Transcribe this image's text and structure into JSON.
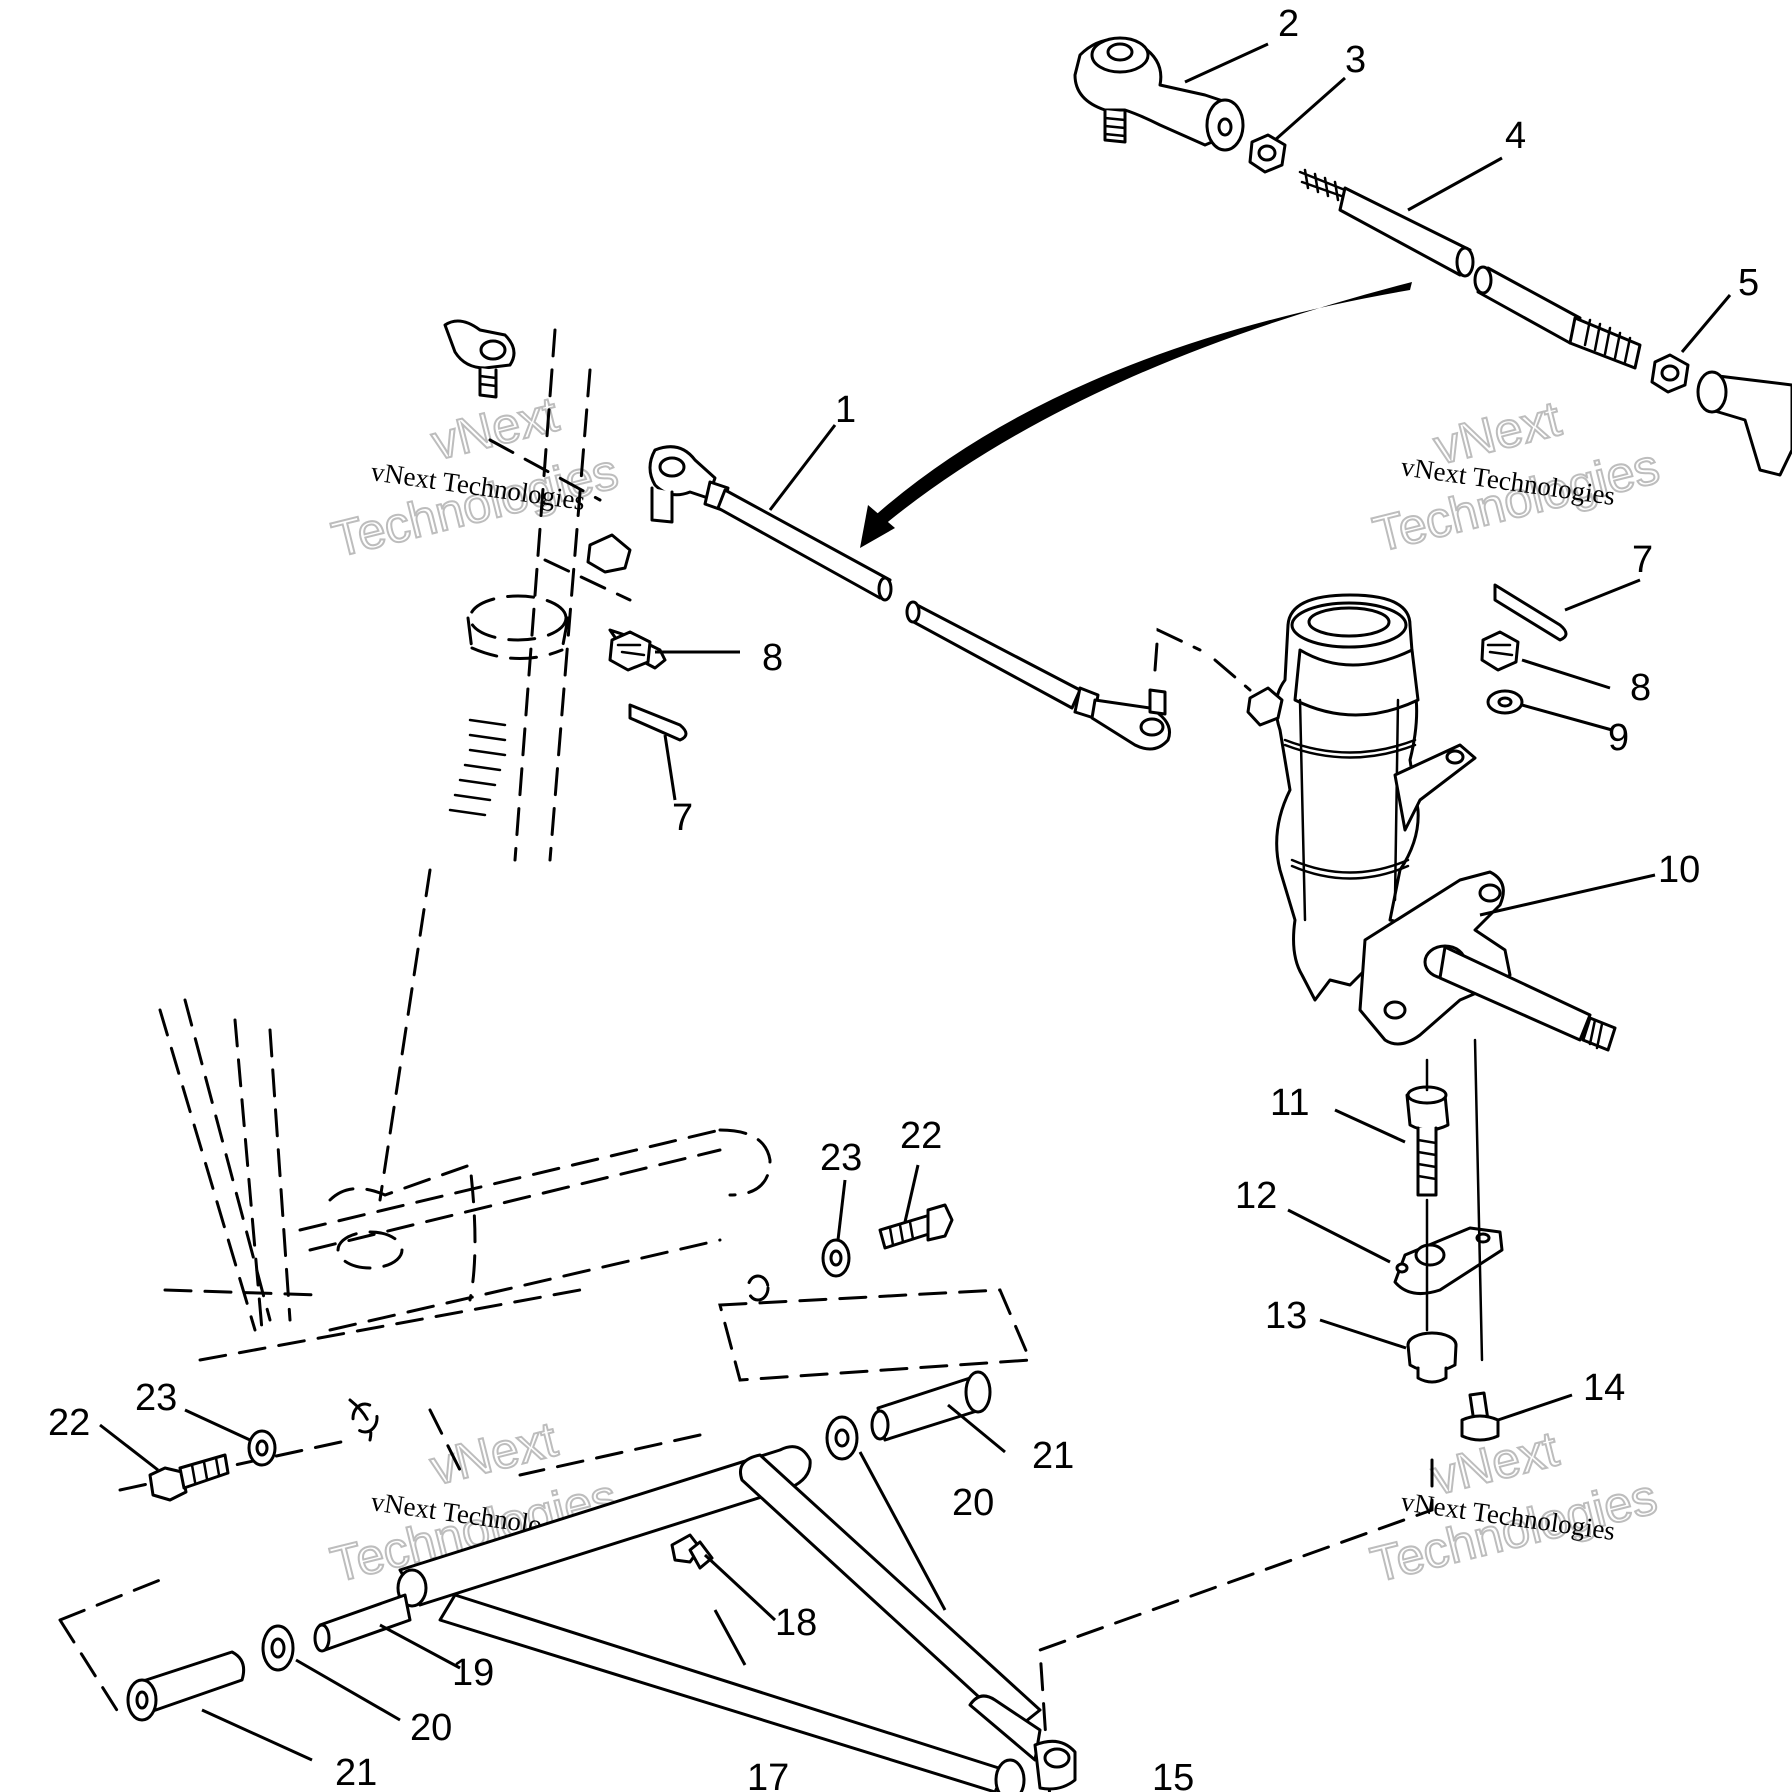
{
  "callouts": [
    "1",
    "2",
    "3",
    "4",
    "5",
    "7",
    "8",
    "7",
    "8",
    "9",
    "10",
    "11",
    "12",
    "13",
    "14",
    "15",
    "17",
    "18",
    "19",
    "20",
    "21",
    "20",
    "21",
    "22",
    "23",
    "22",
    "23"
  ],
  "watermark": {
    "line1": "vNext",
    "line2": "Technologies",
    "caption": "vNext Technologies"
  },
  "colors": {
    "ink": "#000000",
    "watermark": "#bdbdbd",
    "background": "#ffffff"
  }
}
